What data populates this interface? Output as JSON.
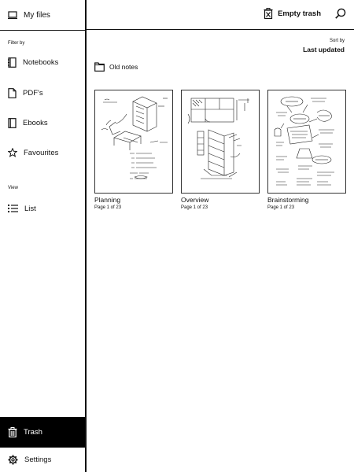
{
  "sidebar": {
    "my_files": "My files",
    "filter_label": "Filter by",
    "filters": [
      {
        "label": "Notebooks",
        "icon": "notebook-icon"
      },
      {
        "label": "PDF's",
        "icon": "pdf-icon"
      },
      {
        "label": "Ebooks",
        "icon": "ebook-icon"
      },
      {
        "label": "Favourites",
        "icon": "star-icon"
      }
    ],
    "view_label": "View",
    "view_item": {
      "label": "List",
      "icon": "list-icon"
    },
    "trash": "Trash",
    "settings": "Settings"
  },
  "header": {
    "empty_trash": "Empty trash",
    "search_icon": "search-icon"
  },
  "sort": {
    "label": "Sort by",
    "value": "Last updated"
  },
  "folder": {
    "name": "Old notes"
  },
  "notes": [
    {
      "title": "Planning",
      "pages": "Page 1 of 23"
    },
    {
      "title": "Overview",
      "pages": "Page 1 of 23"
    },
    {
      "title": "Brainstorming",
      "pages": "Page 1 of 23"
    }
  ]
}
